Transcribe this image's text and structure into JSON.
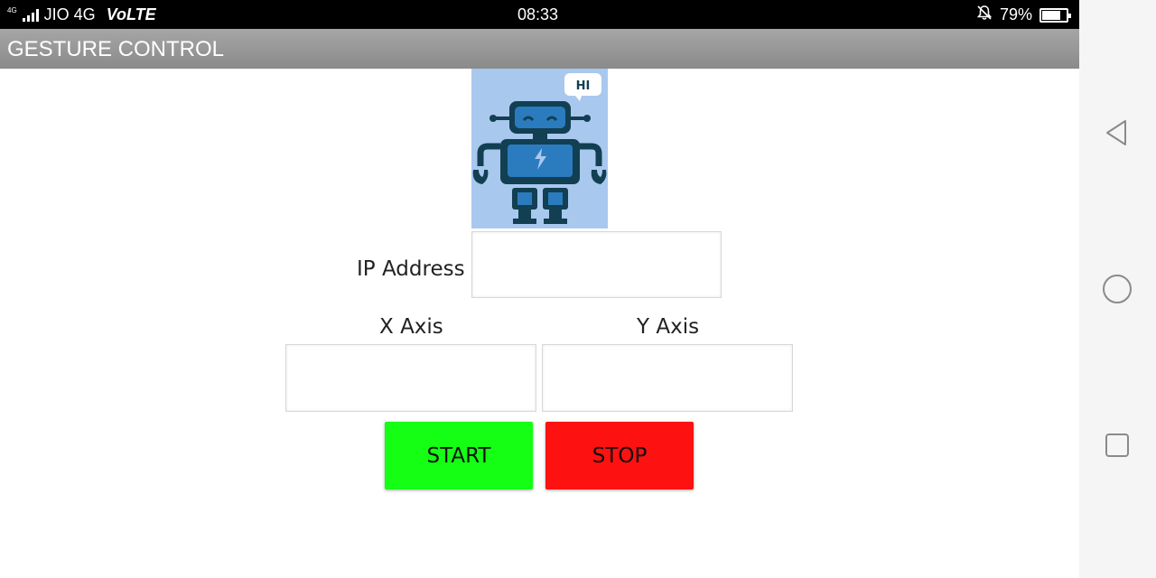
{
  "status_bar": {
    "network_small": "4G",
    "carrier": "JIO 4G",
    "volte": "VoLTE",
    "time": "08:33",
    "battery_percent": "79%",
    "battery_level": 0.79
  },
  "app_bar": {
    "title": "GESTURE CONTROL"
  },
  "robot_image": {
    "speech_bubble": "HI"
  },
  "form": {
    "ip_label": "IP Address",
    "ip_value": "",
    "x_label": "X Axis",
    "x_value": "",
    "y_label": "Y Axis",
    "y_value": ""
  },
  "buttons": {
    "start_label": "START",
    "stop_label": "STOP"
  },
  "colors": {
    "start": "#14ff14",
    "stop": "#fe1111",
    "app_bar": "#8f8f8f",
    "robot_dark": "#123f52",
    "robot_blue": "#2b7bbf",
    "robot_bg": "#a9c8ee"
  },
  "nav_bar": {
    "icons": [
      "back-icon",
      "home-icon",
      "recents-icon"
    ]
  }
}
